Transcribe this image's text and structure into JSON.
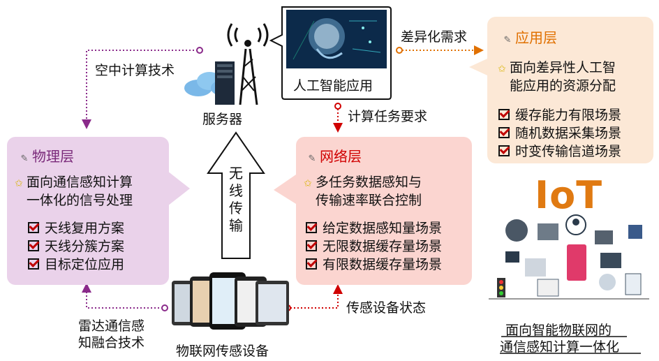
{
  "application_layer": {
    "title": "应用层",
    "focus": [
      "面向差异性人工智",
      "能应用的资源分配"
    ],
    "items": [
      "缓存能力有限场景",
      "随机数据采集场景",
      "时变传输信道场景"
    ]
  },
  "physical_layer": {
    "title": "物理层",
    "focus": [
      "面向通信感知计算",
      "一体化的信号处理"
    ],
    "items": [
      "天线复用方案",
      "天线分簇方案",
      "目标定位应用"
    ]
  },
  "network_layer": {
    "title": "网络层",
    "focus": [
      "多任务数据感知与",
      "传输速率联合控制"
    ],
    "items": [
      "给定数据感知量场景",
      "无限数据缓存量场景",
      "有限数据缓存量场景"
    ]
  },
  "labels": {
    "ai_app": "人工智能应用",
    "server": "服务器",
    "air_computing": "空中计算技术",
    "diff_demand": "差异化需求",
    "task_req": "计算任务要求",
    "wireless": [
      "无",
      "线",
      "传",
      "输"
    ],
    "sensor_status": "传感设备状态",
    "radar": [
      "雷达通信感",
      "知融合技术"
    ],
    "iot_device": "物联网传感设备",
    "iot_logo": "IoT",
    "iot_caption": [
      "面向智能物联网的",
      "通信感知计算一体化"
    ]
  },
  "colors": {
    "app_fill": "#fce8d6",
    "phys_fill": "#ead2ea",
    "net_fill": "#fbd5d0",
    "app_title": "#e07000",
    "phys_title": "#7a2a7a",
    "net_title": "#d00000",
    "iot_orange": "#e07a12"
  }
}
